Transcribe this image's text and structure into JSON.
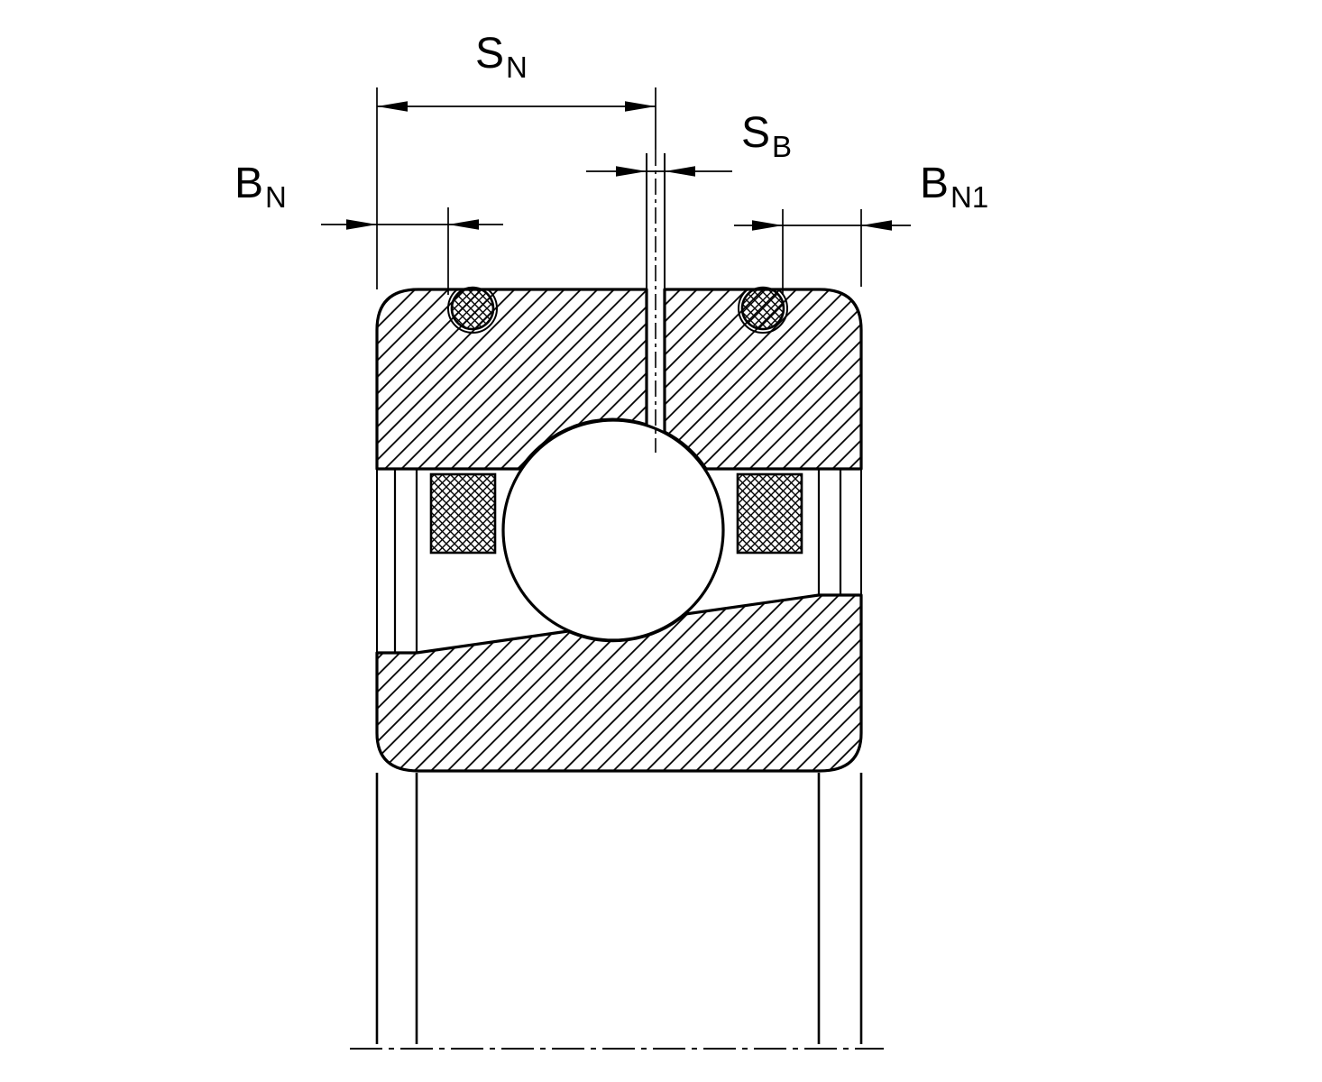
{
  "diagram": {
    "kind": "bearing-cross-section-technical-drawing",
    "background_color": "#ffffff",
    "line_color": "#000000"
  },
  "labels": {
    "sn": {
      "main": "S",
      "sub": "N"
    },
    "sb": {
      "main": "S",
      "sub": "B"
    },
    "bn": {
      "main": "B",
      "sub": "N"
    },
    "bn1": {
      "main": "B",
      "sub": "N1"
    }
  }
}
